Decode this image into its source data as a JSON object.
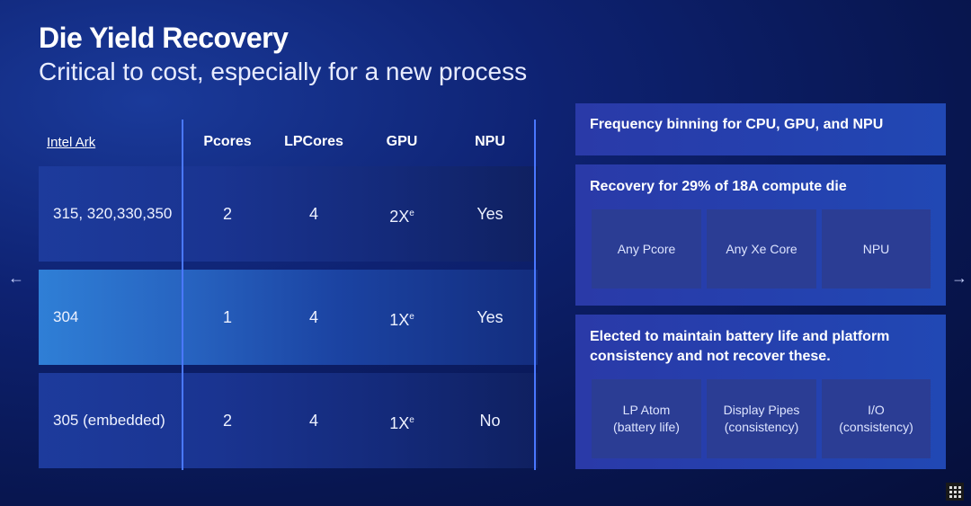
{
  "slide": {
    "title": "Die Yield Recovery",
    "subtitle": "Critical to cost, especially for a new process"
  },
  "table": {
    "headers": [
      "Intel Ark",
      "Pcores",
      "LPCores",
      "GPU",
      "NPU"
    ],
    "rows": [
      {
        "sku": "315, 320,330,350",
        "pcores": "2",
        "lpcores": "4",
        "gpu": "2X",
        "gpu_sup": "e",
        "npu": "Yes"
      },
      {
        "sku": "304",
        "pcores": "1",
        "lpcores": "4",
        "gpu": "1X",
        "gpu_sup": "e",
        "npu": "Yes"
      },
      {
        "sku": "305 (embedded)",
        "pcores": "2",
        "lpcores": "4",
        "gpu": "1X",
        "gpu_sup": "e",
        "npu": "No"
      }
    ],
    "highlighted_row": 1
  },
  "panels": {
    "binning": {
      "title": "Frequency binning for CPU,  GPU, and NPU"
    },
    "recovery": {
      "title": "Recovery for 29% of 18A compute die",
      "items": [
        "Any Pcore",
        "Any Xe Core",
        "NPU"
      ]
    },
    "not_recovered": {
      "title_line1": "Elected to maintain battery life and platform",
      "title_line2": "consistency and not recover these.",
      "items": [
        {
          "line1": "LP Atom",
          "line2": "(battery life)"
        },
        {
          "line1": "Display Pipes",
          "line2": "(consistency)"
        },
        {
          "line1": "I/O",
          "line2": "(consistency)"
        }
      ]
    }
  },
  "navigation": {
    "prev_icon": "arrow-left-icon",
    "prev_glyph": "←",
    "next_icon": "arrow-right-icon",
    "next_glyph": "→",
    "grid_icon": "grid-menu-icon"
  },
  "colors": {
    "background": "#081650",
    "table_row": "#1a3491",
    "highlight_row": "#2f7fd6",
    "divider": "#4a78ff",
    "panel": "#2540ae",
    "sub_box": "#2b3d94"
  }
}
